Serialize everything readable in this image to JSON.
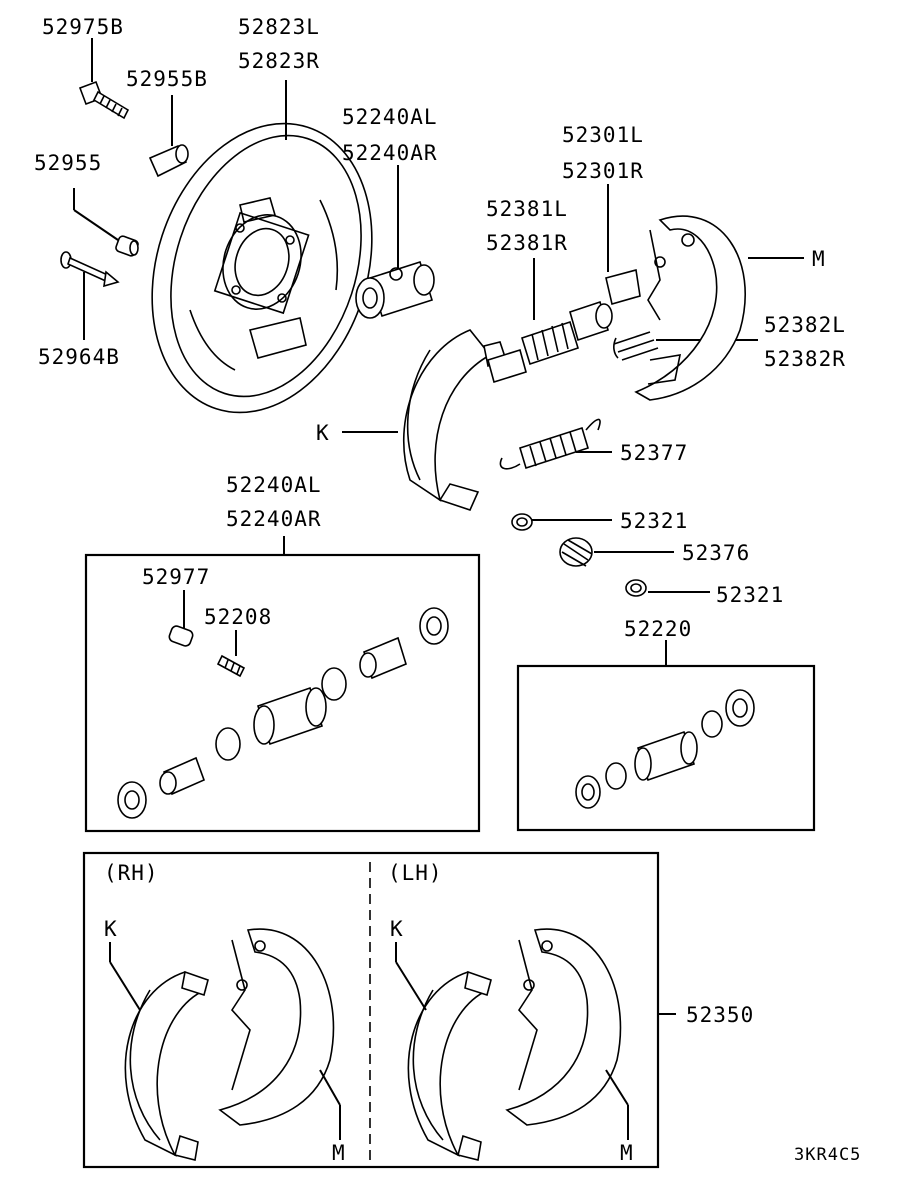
{
  "labels": {
    "p52975B": "52975B",
    "p52823L": "52823L",
    "p52823R": "52823R",
    "p52955B": "52955B",
    "p52955": "52955",
    "p52964B": "52964B",
    "p52240AL_top": "52240AL",
    "p52240AR_top": "52240AR",
    "p52301L": "52301L",
    "p52301R": "52301R",
    "p52381L": "52381L",
    "p52381R": "52381R",
    "m_top": "M",
    "p52382L": "52382L",
    "p52382R": "52382R",
    "k_top": "K",
    "p52377": "52377",
    "p52321_a": "52321",
    "p52376": "52376",
    "p52321_b": "52321",
    "p52220": "52220",
    "p52240AL_box": "52240AL",
    "p52240AR_box": "52240AR",
    "p52977": "52977",
    "p52208": "52208",
    "rh": "(RH)",
    "lh": "(LH)",
    "k_rh": "K",
    "m_rh": "M",
    "k_lh": "K",
    "m_lh": "M",
    "p52350": "52350",
    "code": "3KR4C5"
  }
}
